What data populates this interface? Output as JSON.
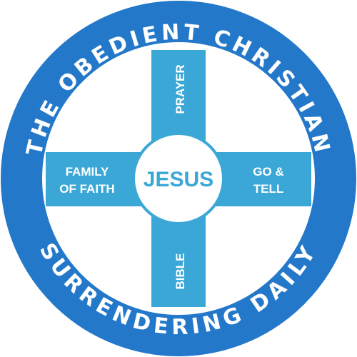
{
  "colors": {
    "ring": "#2378c9",
    "cross": "#3aa7d6",
    "hub_text": "#3aa7d6",
    "background": "#ffffff"
  },
  "ring_top_text": "THE OBEDIENT CHRISTIAN",
  "ring_bottom_text": "SURRENDERING DAILY",
  "hub_label": "JESUS",
  "spokes": {
    "top": "PRAYER",
    "bottom": "BIBLE",
    "left_line1": "FAMILY",
    "left_line2": "OF FAITH",
    "right_line1": "GO &",
    "right_line2": "TELL"
  }
}
